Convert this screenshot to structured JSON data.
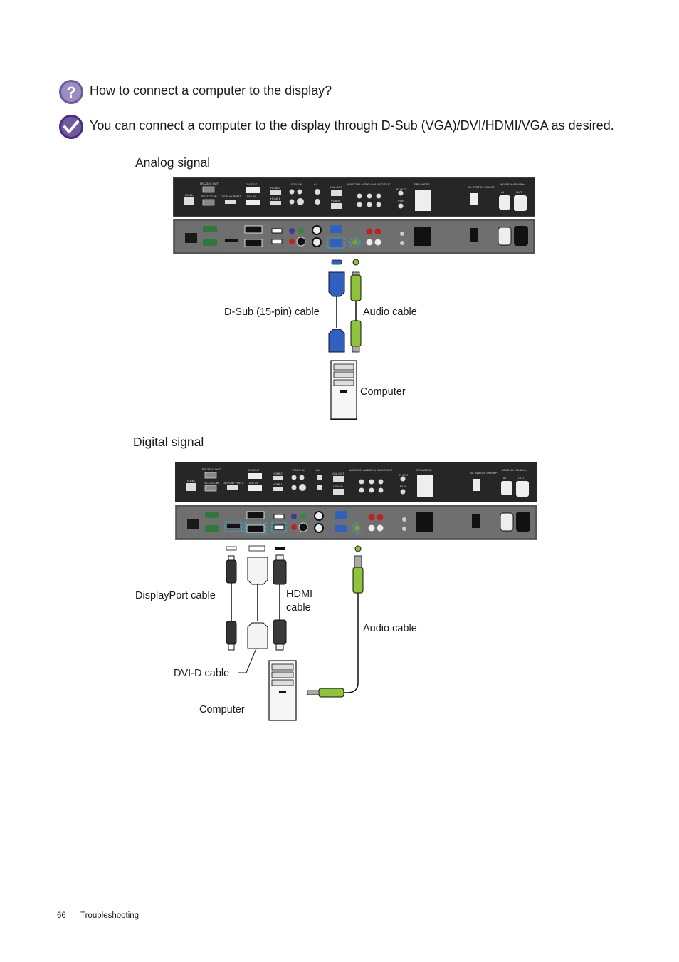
{
  "question": {
    "icon": "question-mark-icon",
    "text": "How to connect a computer to the display?"
  },
  "answer": {
    "icon": "checkmark-icon",
    "text": "You can connect a computer to the display through D-Sub (VGA)/DVI/HDMI/VGA as desired."
  },
  "analog": {
    "title": "Analog signal",
    "dsub_label": "D-Sub (15-pin) cable",
    "audio_label": "Audio cable",
    "computer_label": "Computer"
  },
  "digital": {
    "title": "Digital signal",
    "displayport_label": "DisplayPort cable",
    "hdmi_label_1": "HDMI",
    "hdmi_label_2": "cable",
    "audio_label": "Audio cable",
    "dvi_label": "DVI-D cable",
    "computer_label": "Computer"
  },
  "panel_labels": {
    "rs232_out": "RS-232C OUT",
    "rs232_in": "RS-232C IN",
    "rj45": "RJ-45",
    "displayport": "DISPLAY PORT",
    "dvi_out": "DVI OUT",
    "dvi_in": "DVI IN",
    "hdmi2": "HDMI 2",
    "hdmi1": "HDMI 1",
    "video_in": "VIDEO IN",
    "av": "AV",
    "vga_out": "VGA OUT",
    "vga_in": "VGA IN",
    "audio_in_1": "AUDIO IN",
    "audio_in_2": "AUDIO IN",
    "audio_out": "AUDIO OUT",
    "ir_out": "IR OUT",
    "ir_in": "IR IN",
    "speakers": "SPEAKERS",
    "ac_switch": "AC SWITCH ON/OFF",
    "power": "100-240V~50-60Hz",
    "ac_in": "IN",
    "ac_out": "OUT"
  },
  "colors": {
    "accent_purple": "#6f5a9e",
    "highlight_cyan": "#2aa8c8",
    "vga_blue": "#2f62c0",
    "audio_green": "#8fc43a"
  },
  "footer": {
    "page_number": "66",
    "section": "Troubleshooting"
  }
}
